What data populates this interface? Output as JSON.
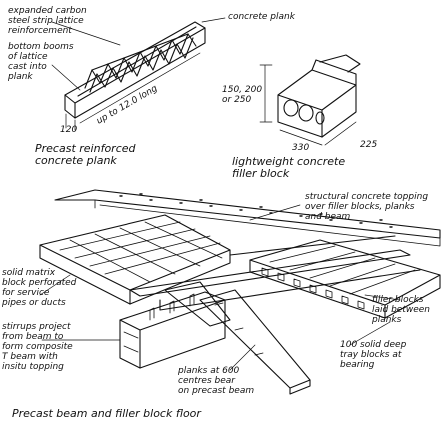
{
  "labels": {
    "lattice": "expanded carbon\nsteel strip lattice\nreinforcement",
    "bottom_booms": "bottom booms\nof lattice\ncast into\nplank",
    "length": "up to 12.0 long",
    "width": "120",
    "precast_plank_caption": "Precast reinforced\nconcrete plank",
    "concrete_plank": "concrete plank",
    "heights": "150, 200\nor 250",
    "block_length": "330",
    "block_width": "225",
    "filler_caption": "lightweight concrete\nfiller block",
    "topping": "structural concrete topping\nover filler blocks, planks\nand beam",
    "solid_matrix": "solid matrix\nblock perforated\nfor service\npipes or ducts",
    "filler_blocks": "filler blocks\nlaid between\nplanks",
    "stirrups": "stirrups project\nfrom beam to\nform composite\nT beam with\ninsitu topping",
    "tray_blocks": "100 solid deep\ntray blocks at\nbearing",
    "planks_centres": "planks at 600\ncentres bear\non precast beam",
    "main_caption": "Precast beam and filler block floor"
  }
}
